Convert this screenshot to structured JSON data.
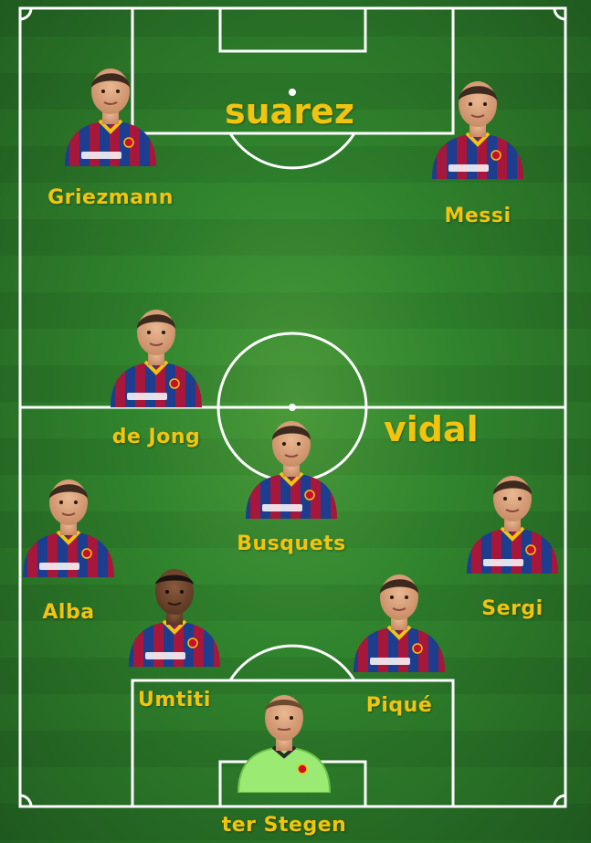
{
  "lineup": {
    "forwards": {
      "suarez": "suarez",
      "griezmann": "Griezmann",
      "messi": "Messi"
    },
    "midfield": {
      "de_jong": "de Jong",
      "vidal": "vidal",
      "busquets": "Busquets"
    },
    "defense": {
      "alba": "Alba",
      "sergi": "Sergi",
      "umtiti": "Umtiti",
      "pique": "Piqué"
    },
    "goalkeeper": {
      "ter_stegen": "ter Stegen"
    }
  },
  "colors": {
    "name_text": "#f1c40f",
    "shirt_blue": "#1d3d8f",
    "shirt_red": "#a6173b",
    "keeper_shirt": "#9bea74"
  },
  "icons": {
    "club_crest": "barcelona-crest-icon",
    "sponsor": "rakuten-logo"
  }
}
